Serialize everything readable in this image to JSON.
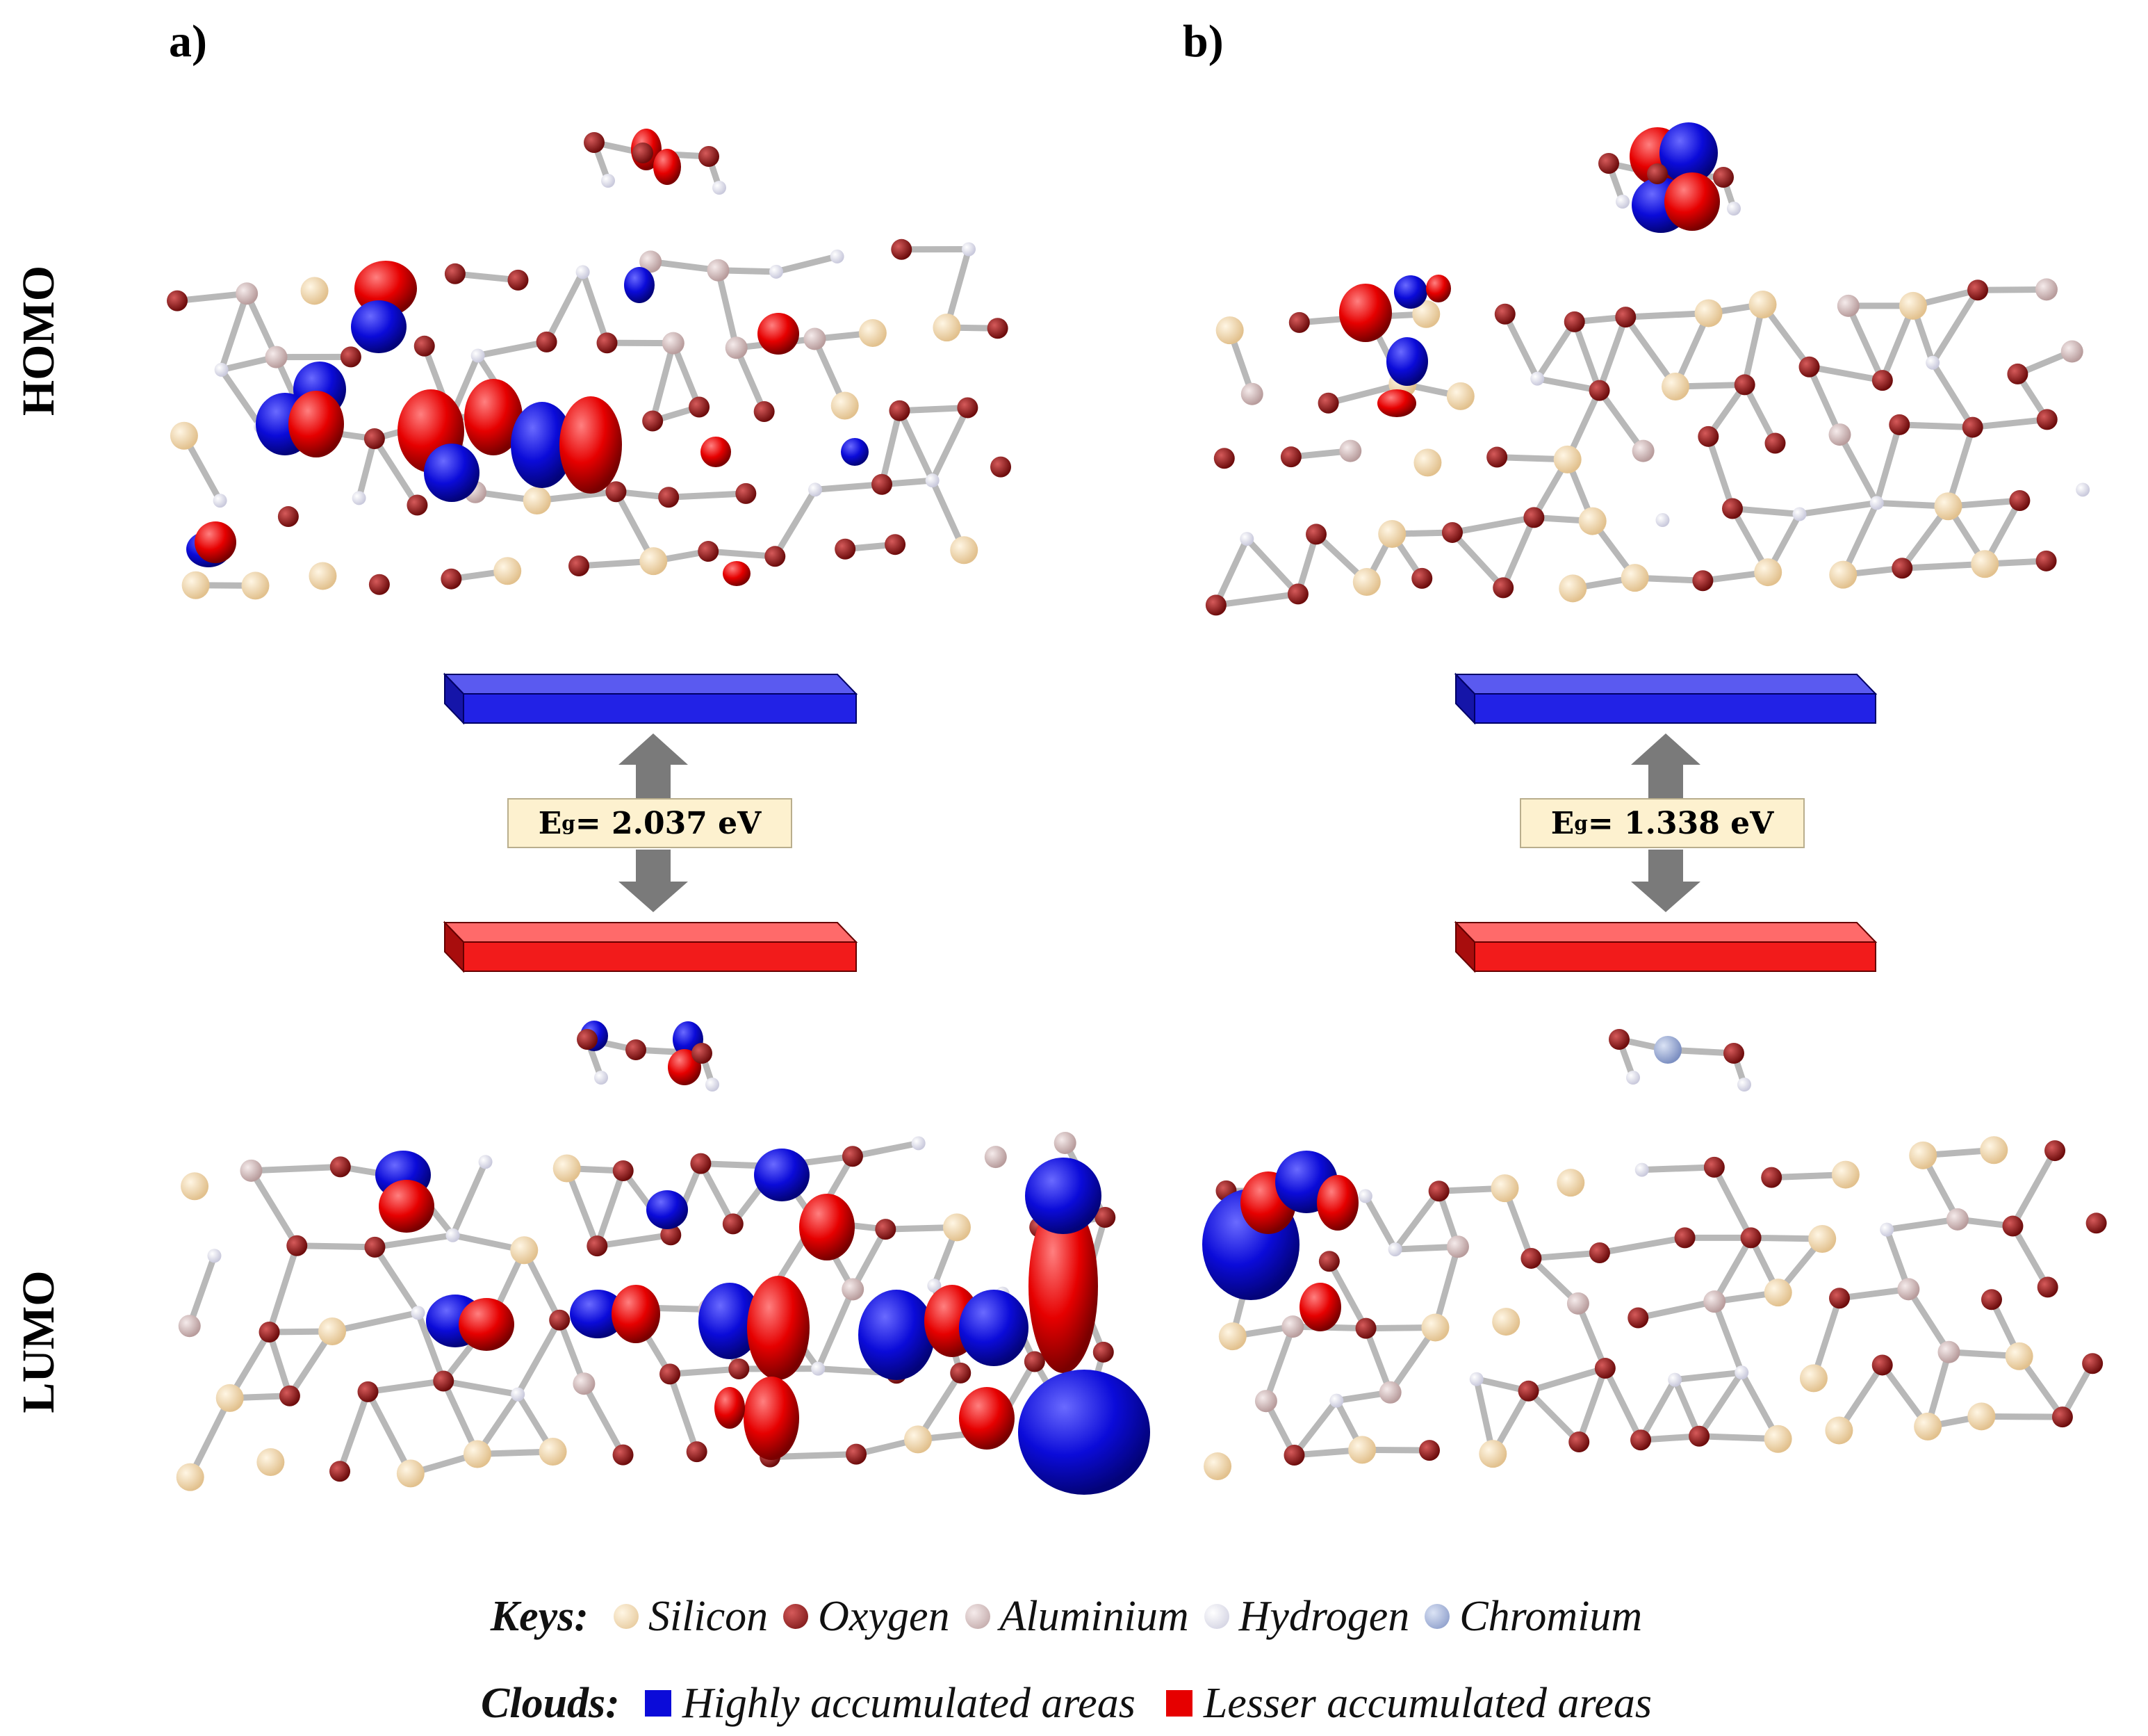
{
  "panels": {
    "a": "a)",
    "b": "b)"
  },
  "rows": {
    "homo": "HOMO",
    "lumo": "LUMO"
  },
  "gaps": {
    "a": {
      "prefix": "E",
      "sub": "g",
      "value": "= 2.037 eV"
    },
    "b": {
      "prefix": "E",
      "sub": "g",
      "value": "= 1.338 eV"
    }
  },
  "legend": {
    "keys_title": "Keys:",
    "keys": [
      {
        "label": "Silicon",
        "color": "#f5dcb0"
      },
      {
        "label": "Oxygen",
        "color": "#8b1414"
      },
      {
        "label": "Aluminium",
        "color": "#d9c1c1"
      },
      {
        "label": "Hydrogen",
        "color": "#eeeef8"
      },
      {
        "label": "Chromium",
        "color": "#9fb0d8"
      }
    ],
    "clouds_title": "Clouds:",
    "clouds": [
      {
        "label": "Highly accumulated areas",
        "color": "#0b0bd9"
      },
      {
        "label": "Lesser accumulated areas",
        "color": "#e60000"
      }
    ]
  },
  "colors": {
    "homo_level": "#2222e6",
    "lumo_level": "#f21b1b",
    "arrow": "#7a7a7a",
    "bond": "#b8b8b8",
    "cloud_blue": "#0b0bd9",
    "cloud_red": "#e60000"
  }
}
